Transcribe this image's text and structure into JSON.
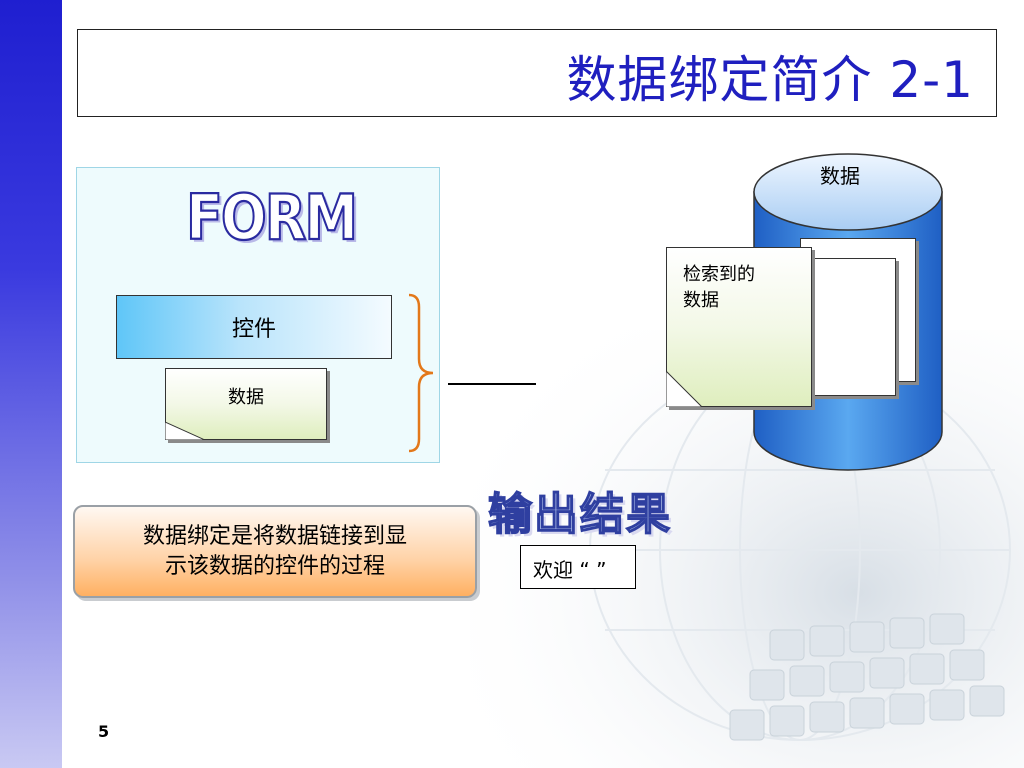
{
  "slide": {
    "title": "数据绑定简介 2-1",
    "page_number": "5"
  },
  "form_panel": {
    "form_label": "FORM",
    "control_label": "控件",
    "data_label": "数据"
  },
  "database": {
    "label": "数据",
    "retrieved_line1": "检索到的",
    "retrieved_line2": "数据"
  },
  "description": {
    "line1": "数据绑定是将数据链接到显",
    "line2": "示该数据的控件的过程"
  },
  "output": {
    "label": "输出结果",
    "welcome": "欢迎 “ ”"
  },
  "colors": {
    "title": "#1f1fbf",
    "sidebar": "#2a2ad8",
    "cylinder": "#3a78d6",
    "brace": "#e3781a",
    "description_fill": "#ffb061"
  },
  "icons": [
    "document-icon",
    "database-cylinder-icon",
    "brace-icon"
  ]
}
